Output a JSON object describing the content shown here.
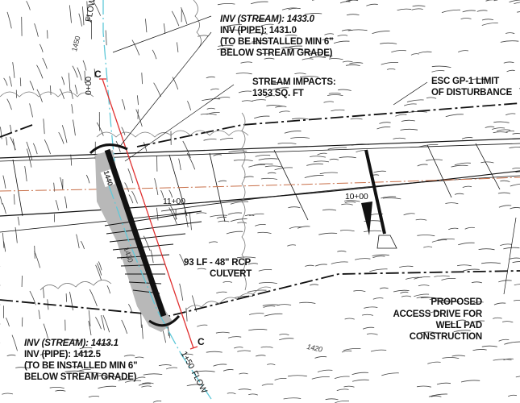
{
  "notes": {
    "upstream": {
      "inv_stream": "INV (STREAM): 1433.0",
      "inv_pipe": "INV (PIPE): 1431.0",
      "install_1": "(TO BE INSTALLED MIN 6\"",
      "install_2": "BELOW STREAM GRADE)"
    },
    "downstream": {
      "inv_stream": "INV (STREAM): 1413.1",
      "inv_pipe": "INV (PIPE): 1412.5",
      "install_1": "(TO BE INSTALLED MIN 6\"",
      "install_2": "BELOW STREAM GRADE)"
    },
    "stream_impacts_1": "STREAM IMPACTS:",
    "stream_impacts_2": "1353 SQ. FT",
    "esc_1": "ESC GP-1 LIMIT",
    "esc_2": "OF DISTURBANCE",
    "culvert_1": "93 LF - 48\" RCP",
    "culvert_2": "CULVERT",
    "access_1": "PROPOSED",
    "access_2": "ACCESS DRIVE FOR",
    "access_3": "WELL PAD",
    "access_4": "CONSTRUCTION"
  },
  "stations": {
    "s1100": "11+00",
    "s1000": "10+00",
    "s000": "0+00",
    "s150": "1+50",
    "c_top": "C",
    "c_bottom": "C",
    "flow_top": "FLOW",
    "flow_bottom": "FLOW"
  },
  "contours": {
    "c1450": "1450",
    "c1440": "1440",
    "c1430": "1430",
    "c1420": "1420"
  },
  "colors": {
    "stream": "#5fc8d8",
    "centerline": "#e03030",
    "road_centerline": "#c8704a",
    "culvert_shade": "#b8b8b8",
    "linework": "#111111"
  }
}
